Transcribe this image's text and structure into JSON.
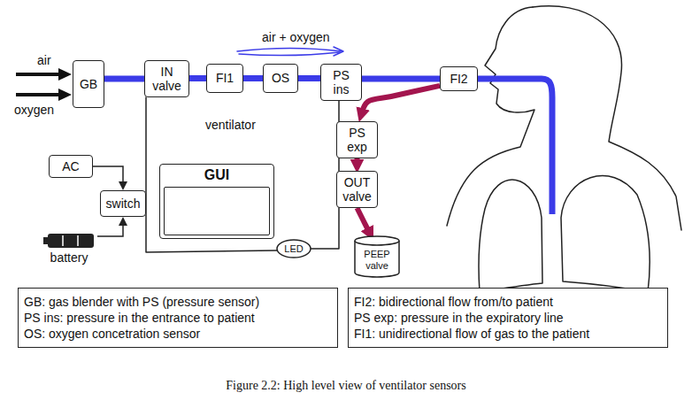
{
  "diagram": {
    "caption": "Figure 2.2: High level view of ventilator sensors",
    "nodes": [
      {
        "text": [
          "GB"
        ]
      },
      {
        "text": [
          "IN valve"
        ]
      },
      {
        "text": [
          "FI1"
        ]
      },
      {
        "text": [
          "OS"
        ]
      },
      {
        "text": [
          "PS ins"
        ]
      },
      {
        "text": [
          "FI2"
        ]
      },
      {
        "text": [
          "PS exp"
        ]
      },
      {
        "text": [
          "AC"
        ]
      },
      {
        "text": [
          "switch"
        ]
      },
      {
        "text": [
          "GUI"
        ]
      },
      {
        "text": [
          "OUT valve"
        ]
      },
      {
        "text": [
          "battery"
        ]
      },
      {
        "text": [
          "LED"
        ]
      },
      {
        "text": [
          "PEEP valve"
        ]
      },
      {
        "text": [
          "GB: gas blender with PS (pressure sensor)",
          "PS ins: pressure in the entrance to patient",
          "OS: oxygen concetration sensor"
        ]
      },
      {
        "text": [
          "FI2: bidirectional flow from/to patient",
          "PS exp: pressure in the expiratory line",
          "FI1: unidirectional flow of gas to the patient"
        ]
      }
    ],
    "edges": [
      {
        "from": 0,
        "to": 1,
        "arrow": "none"
      },
      {
        "from": 1,
        "to": 2,
        "arrow": "none"
      },
      {
        "from": 2,
        "to": 3,
        "arrow": "none"
      },
      {
        "from": 3,
        "to": 4,
        "arrow": "none"
      },
      {
        "from": 4,
        "to": 5,
        "arrow": "none"
      },
      {
        "from": 5,
        "to": 6,
        "arrow": "to"
      },
      {
        "from": 6,
        "to": 10,
        "arrow": "to"
      },
      {
        "from": 10,
        "to": 13,
        "arrow": "to"
      },
      {
        "from": 7,
        "to": 8,
        "arrow": "to"
      },
      {
        "from": 11,
        "to": 8,
        "arrow": "to"
      }
    ],
    "labels": [
      "air",
      "oxygen",
      "air + oxygen",
      "ventilator"
    ]
  }
}
